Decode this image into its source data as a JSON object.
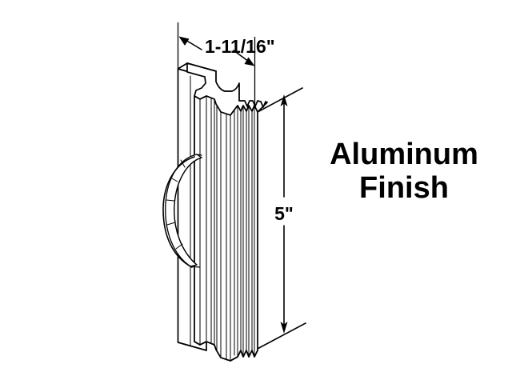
{
  "figure": {
    "title": "Aluminum extrusion handle profile technical drawing",
    "background_color": "#ffffff",
    "line_color": "#000000"
  },
  "dimensions": {
    "width_label": "1-11/16\"",
    "height_label": "5\"",
    "width_dimension_name": "profile-depth",
    "height_dimension_name": "profile-length"
  },
  "annotations": {
    "finish_line1": "Aluminum",
    "finish_line2": "Finish"
  },
  "part": {
    "name": "ribbed-aluminum-pull-handle",
    "view": "isometric",
    "features": [
      "back-plate",
      "notched-top-lip",
      "vertical-ribs",
      "curved-grip-loop",
      "scalloped-bottom-edge"
    ]
  }
}
